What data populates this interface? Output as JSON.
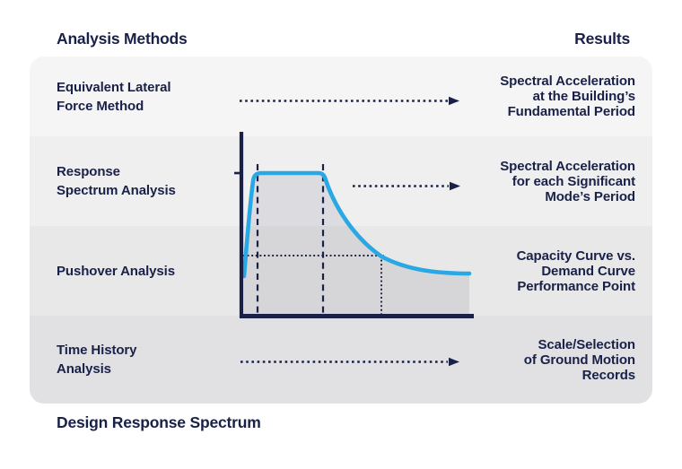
{
  "header": {
    "analysis_title": "Analysis Methods",
    "results_title": "Results"
  },
  "rows": [
    {
      "method": "Equivalent Lateral\nForce Method",
      "result": "Spectral Acceleration\nat the Building’s\nFundamental Period",
      "has_arrow": true,
      "bg": "#f5f5f6"
    },
    {
      "method": "Response\nSpectrum Analysis",
      "result": "Spectral Acceleration\nfor each Significant\nMode’s Period",
      "has_arrow": true,
      "bg": "#efeff0"
    },
    {
      "method": "Pushover Analysis",
      "result": "Capacity Curve vs.\nDemand Curve\nPerformance Point",
      "has_arrow": false,
      "bg": "#e8e8e9"
    },
    {
      "method": "Time History\nAnalysis",
      "result": "Scale/Selection\nof Ground Motion\nRecords",
      "has_arrow": true,
      "bg": "#e1e1e3"
    }
  ],
  "footer": {
    "chart_title": "Design Response Spectrum"
  },
  "colors": {
    "navy": "#1a2148",
    "curve_blue": "#29a8e4",
    "under_curve_fill": "rgba(20,25,60,0.085)",
    "row_backgrounds": [
      "#f5f5f6",
      "#efeff0",
      "#e8e8e9",
      "#e1e1e3"
    ],
    "page_background": "#ffffff"
  },
  "chart_data": {
    "type": "line",
    "title": "Design Response Spectrum",
    "xlabel": "",
    "ylabel": "",
    "tick_labels_visible": false,
    "grid": false,
    "legend": false,
    "series": [
      {
        "name": "design-response-spectrum",
        "x": [
          0.02,
          0.08,
          0.36,
          0.45,
          0.62,
          0.8,
          1.0
        ],
        "y": [
          0.28,
          1.0,
          1.0,
          0.66,
          0.42,
          0.33,
          0.3
        ]
      }
    ],
    "xlim": [
      0,
      1
    ],
    "ylim": [
      0,
      1.25
    ],
    "annotations": [
      "dashed vertical guides at plateau start (x=0.08) and plateau end (x=0.36)",
      "dotted horizontal guide at y=0.42 from y-axis to descending branch",
      "dotted vertical guide at x=0.62 from descending branch to x-axis",
      "single y-axis tick mark at plateau level (y=1.0)",
      "area under curve shaded gray"
    ],
    "note": "schematic spectrum; axes have no numeric labels, values normalized (y=1 at plateau)"
  }
}
